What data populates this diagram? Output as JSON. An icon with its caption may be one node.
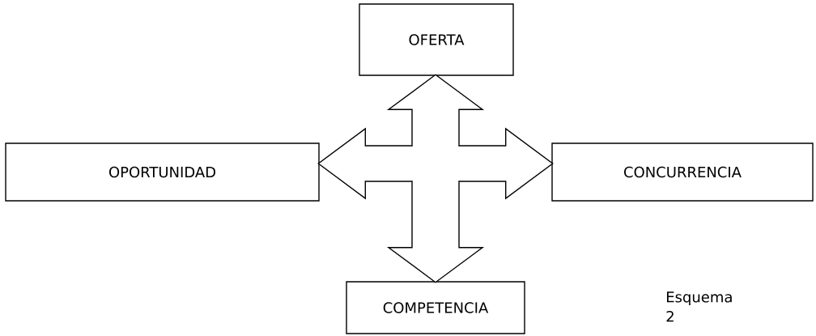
{
  "diagram": {
    "nodes": [
      {
        "text": [
          "OFERTA"
        ]
      },
      {
        "text": [
          "OPORTUNIDAD"
        ]
      },
      {
        "text": [
          "CONCURRENCIA"
        ]
      },
      {
        "text": [
          "COMPETENCIA"
        ]
      }
    ],
    "edges": [
      {
        "from": 0,
        "to": 3,
        "arrow": "both"
      },
      {
        "from": 1,
        "to": 2,
        "arrow": "both"
      }
    ],
    "labels": [
      "Esquema 2"
    ]
  }
}
